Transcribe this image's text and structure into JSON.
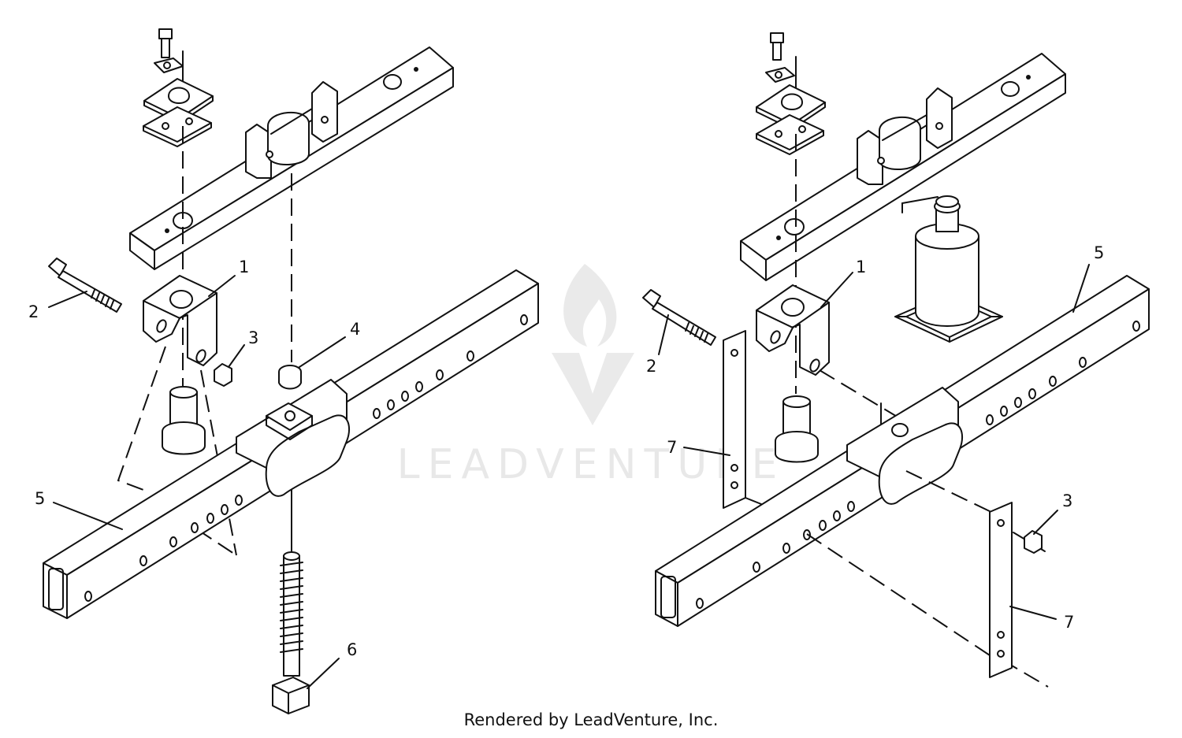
{
  "diagram": {
    "callouts_left": [
      "1",
      "2",
      "3",
      "4",
      "5",
      "6"
    ],
    "callouts_right": [
      "1",
      "2",
      "3",
      "5",
      "7",
      "7"
    ]
  },
  "watermark": {
    "text": "LEADVENTURE"
  },
  "footer": {
    "text": "Rendered by LeadVenture, Inc."
  }
}
